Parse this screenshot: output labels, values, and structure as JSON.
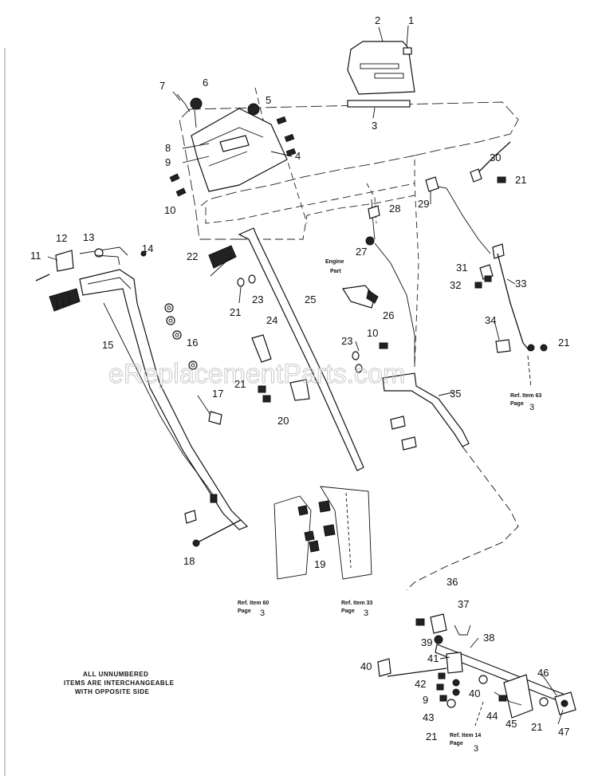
{
  "watermark": "eReplacementParts.com",
  "note": {
    "line1": "ALL UNNUMBERED",
    "line2": "ITEMS ARE INTERCHANGEABLE",
    "line3": "WITH OPPOSITE SIDE"
  },
  "engine_part": {
    "line1": "Engine",
    "line2": "Part"
  },
  "refs": {
    "ref63": {
      "line1": "Ref. Item 63",
      "line2": "Page",
      "page": "3"
    },
    "ref60": {
      "line1": "Ref. Item 60",
      "line2": "Page",
      "page": "3"
    },
    "ref33": {
      "line1": "Ref. Item 33",
      "line2": "Page",
      "page": "3"
    },
    "ref14": {
      "line1": "Ref. Item 14",
      "line2": "Page",
      "page": "3"
    }
  },
  "callouts": {
    "c1": "1",
    "c2": "2",
    "c3": "3",
    "c4": "4",
    "c5": "5",
    "c6": "6",
    "c7": "7",
    "c8": "8",
    "c9": "9",
    "c10": "10",
    "c11": "11",
    "c12": "12",
    "c13": "13",
    "c14": "14",
    "c15": "15",
    "c16": "16",
    "c17": "17",
    "c18": "18",
    "c19": "19",
    "c20": "20",
    "c21a": "21",
    "c21b": "21",
    "c21c": "21",
    "c21d": "21",
    "c21e": "21",
    "c21f": "21",
    "c22": "22",
    "c23a": "23",
    "c23b": "23",
    "c24": "24",
    "c25": "25",
    "c26": "26",
    "c27": "27",
    "c28": "28",
    "c29": "29",
    "c30": "30",
    "c31": "31",
    "c32": "32",
    "c33": "33",
    "c34": "34",
    "c35": "35",
    "c36": "36",
    "c37": "37",
    "c38": "38",
    "c39": "39",
    "c40a": "40",
    "c40b": "40",
    "c41": "41",
    "c42": "42",
    "c43": "43",
    "c44": "44",
    "c45": "45",
    "c46": "46",
    "c47": "47",
    "c9b": "9",
    "c10b": "10"
  }
}
